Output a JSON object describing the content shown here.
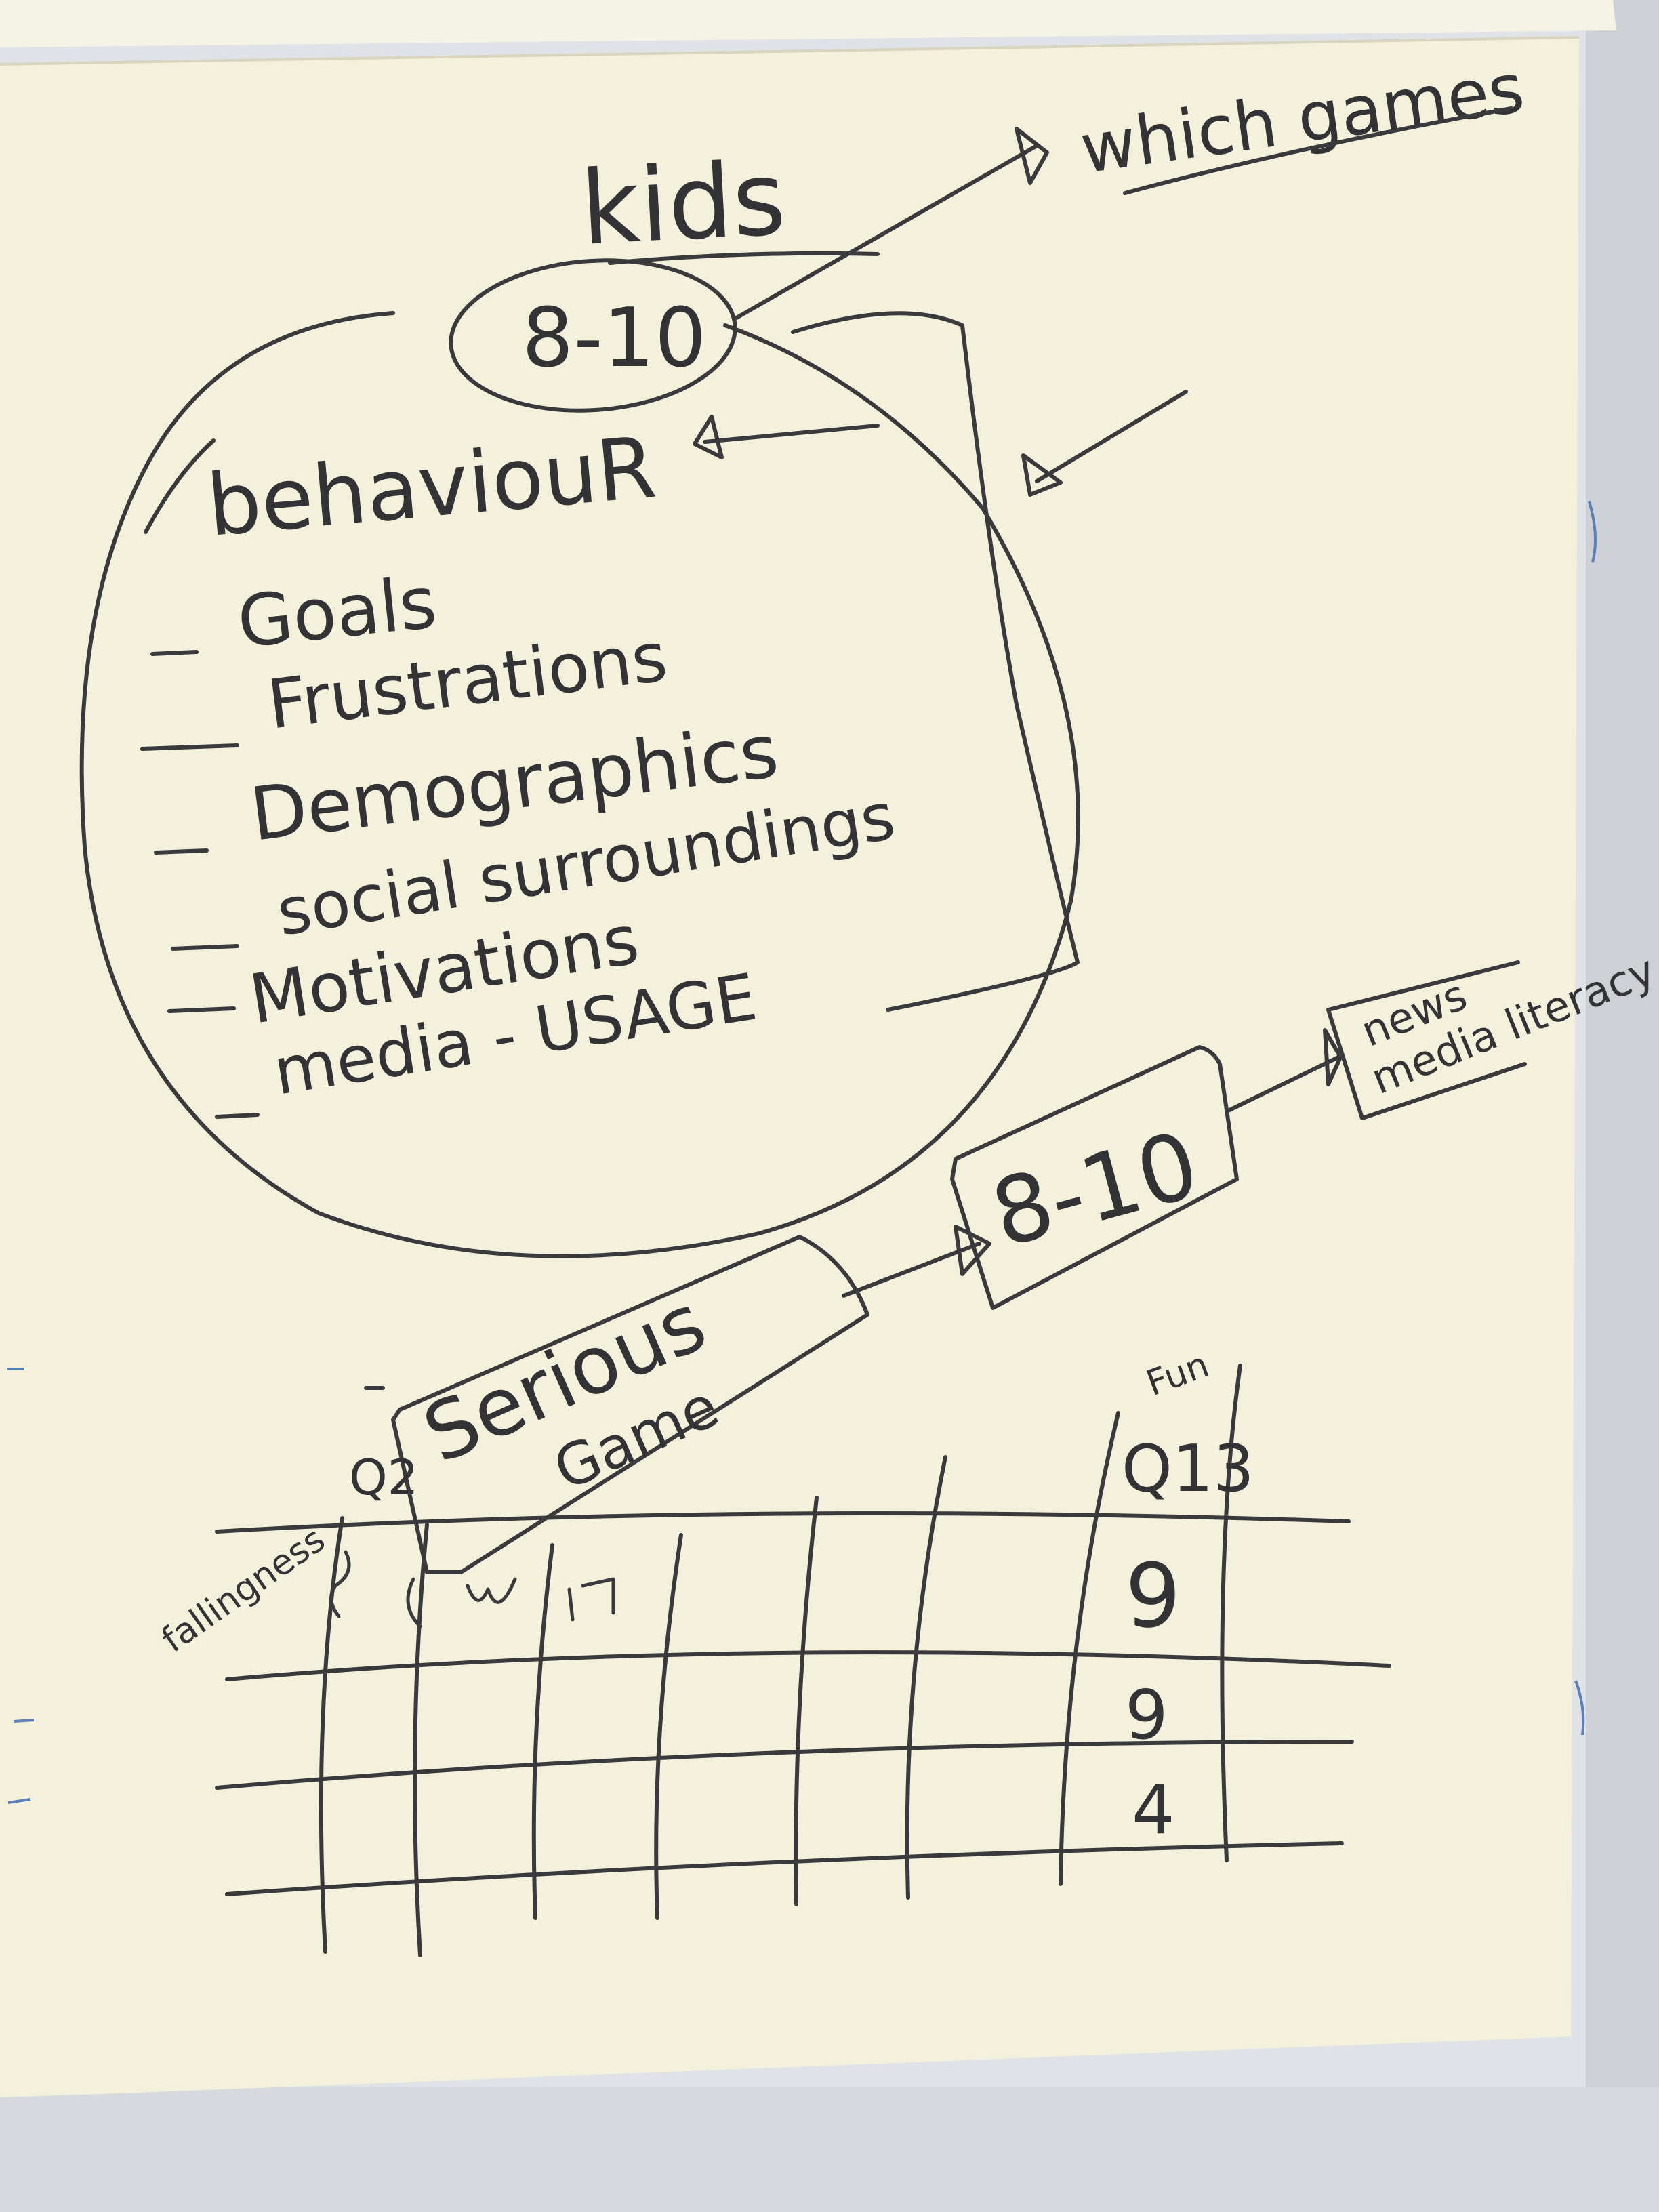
{
  "colors": {
    "wall": "#dfe2e6",
    "paper": "#f3f0dc",
    "ink": "#3a3a3c"
  },
  "flipchart": {
    "title": "kids",
    "age_oval": "8-10",
    "which_games": "which games",
    "behaviour": {
      "heading": "behaviouR",
      "items": [
        "Goals",
        "Frustrations",
        "Demographics",
        "social surroundings",
        "Motivations",
        "media - USAGE"
      ]
    },
    "age_box": "8-10",
    "news_note": {
      "line1": "news",
      "line2": "media literacy"
    },
    "serious_game": {
      "line1": "Serious",
      "line2": "Game",
      "prefix_mark": "Q2"
    },
    "grid": {
      "row_label": "fallingness",
      "column_header": "Fun",
      "values": [
        "Q13",
        "9",
        "9",
        "4"
      ]
    }
  }
}
